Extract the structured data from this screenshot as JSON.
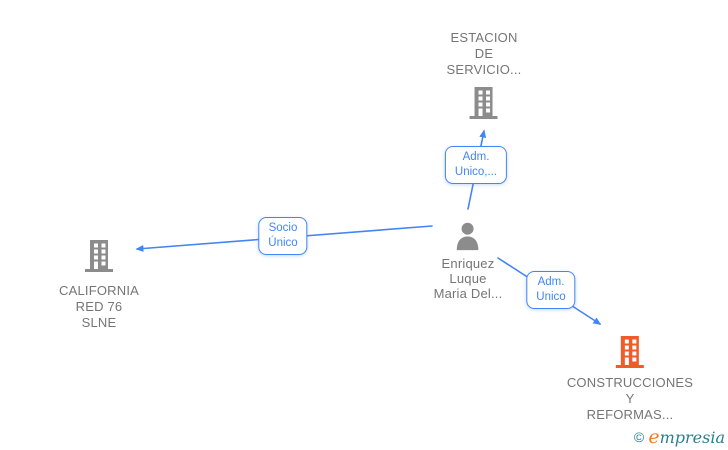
{
  "diagram": {
    "nodes": {
      "estacion": {
        "type": "company",
        "icon": "building-icon",
        "icon_color": "#8c8c8c",
        "line1": "ESTACION",
        "line2": "DE",
        "line3": "SERVICIO..."
      },
      "california": {
        "type": "company",
        "icon": "building-icon",
        "icon_color": "#8c8c8c",
        "line1": "CALIFORNIA",
        "line2": "RED 76",
        "line3": "SLNE"
      },
      "person": {
        "type": "person",
        "icon": "person-icon",
        "icon_color": "#8c8c8c",
        "line1": "Enriquez",
        "line2": "Luque",
        "line3": "Maria Del..."
      },
      "construcciones": {
        "type": "company",
        "icon": "building-icon",
        "icon_color": "#f15a29",
        "line1": "CONSTRUCCIONES",
        "line2": "Y",
        "line3": "REFORMAS..."
      }
    },
    "edge_labels": {
      "to_estacion": {
        "line1": "Adm.",
        "line2": "Unico,..."
      },
      "to_california": {
        "line1": "Socio",
        "line2": "Único"
      },
      "to_construcciones": {
        "line1": "Adm.",
        "line2": "Unico"
      }
    }
  },
  "colors": {
    "edge_blue": "#4285f4",
    "node_text_gray": "#757575",
    "company_icon_gray": "#8c8c8c",
    "highlight_icon_orange": "#f15a29",
    "brand_teal": "#2a7f8f",
    "brand_orange": "#f47b20"
  },
  "watermark": {
    "copyright_symbol": "©",
    "brand_initial": "e",
    "brand_rest": "mpresia"
  }
}
